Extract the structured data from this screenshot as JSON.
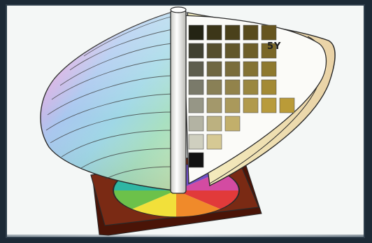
{
  "diagram": {
    "hue_label": "5Y",
    "colors": {
      "background": "#f4f7f6",
      "frame": "#2f3f4c",
      "base_top": "#7a2a14",
      "base_side": "#4a1407",
      "pole": "#f2f2ef",
      "outline": "#2a2a2a"
    },
    "value_levels": 8,
    "chroma_steps_per_row": [
      1,
      2,
      3,
      6,
      5,
      5,
      5,
      5
    ]
  }
}
